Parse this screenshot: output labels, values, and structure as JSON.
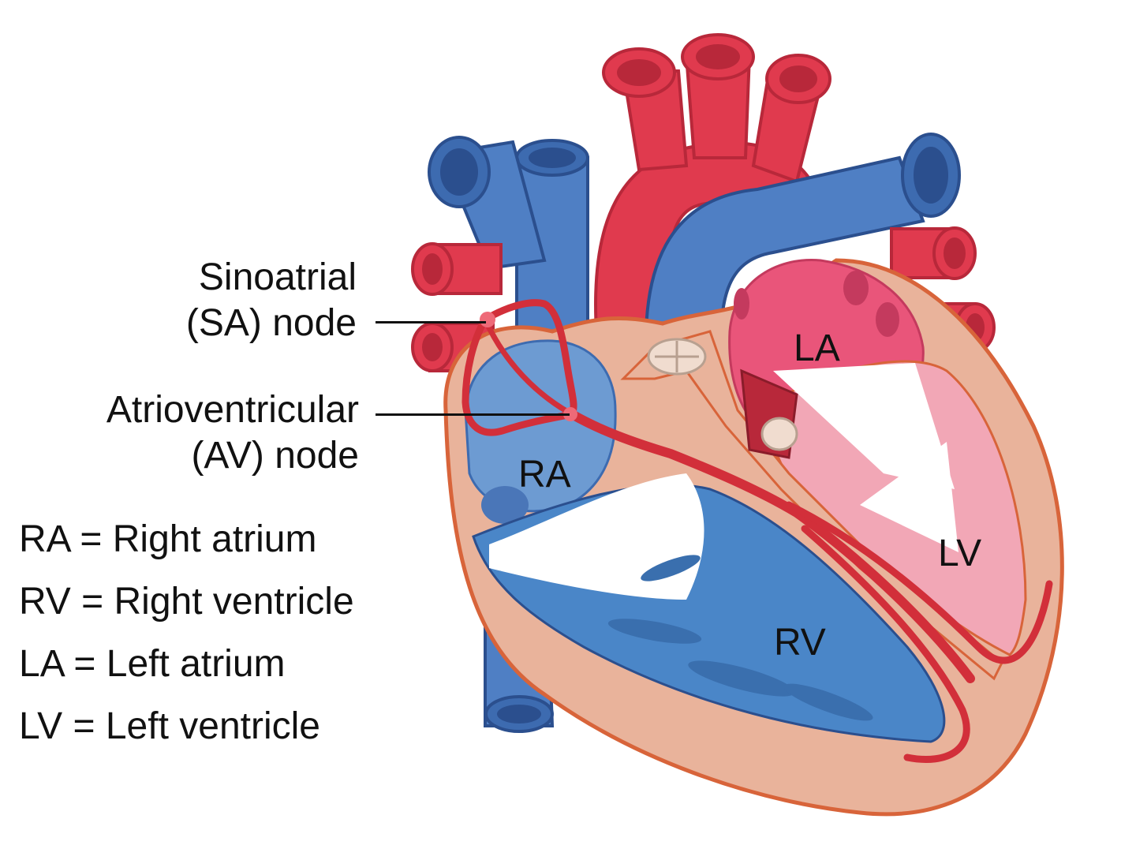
{
  "callouts": {
    "sa_line1": "Sinoatrial",
    "sa_line2": "(SA) node",
    "av_line1": "Atrioventricular",
    "av_line2": "(AV) node"
  },
  "chambers": {
    "ra": "RA",
    "rv": "RV",
    "la": "LA",
    "lv": "LV"
  },
  "legend": [
    "RA = Right atrium",
    "RV = Right ventricle",
    "LA = Left atrium",
    "LV = Left ventricle"
  ],
  "colors": {
    "artery_red": "#e03a4e",
    "artery_dark": "#b8283a",
    "vein_blue": "#4f7fc4",
    "vein_dark": "#2b4f8e",
    "heart_wall": "#e9b39b",
    "wall_outline": "#d8643a",
    "la_pink": "#e9557a",
    "lv_pink": "#f2a7b6",
    "ra_blue": "#6d9bd2",
    "rv_blue": "#4a86c8",
    "conduction_red": "#d22f3a"
  }
}
